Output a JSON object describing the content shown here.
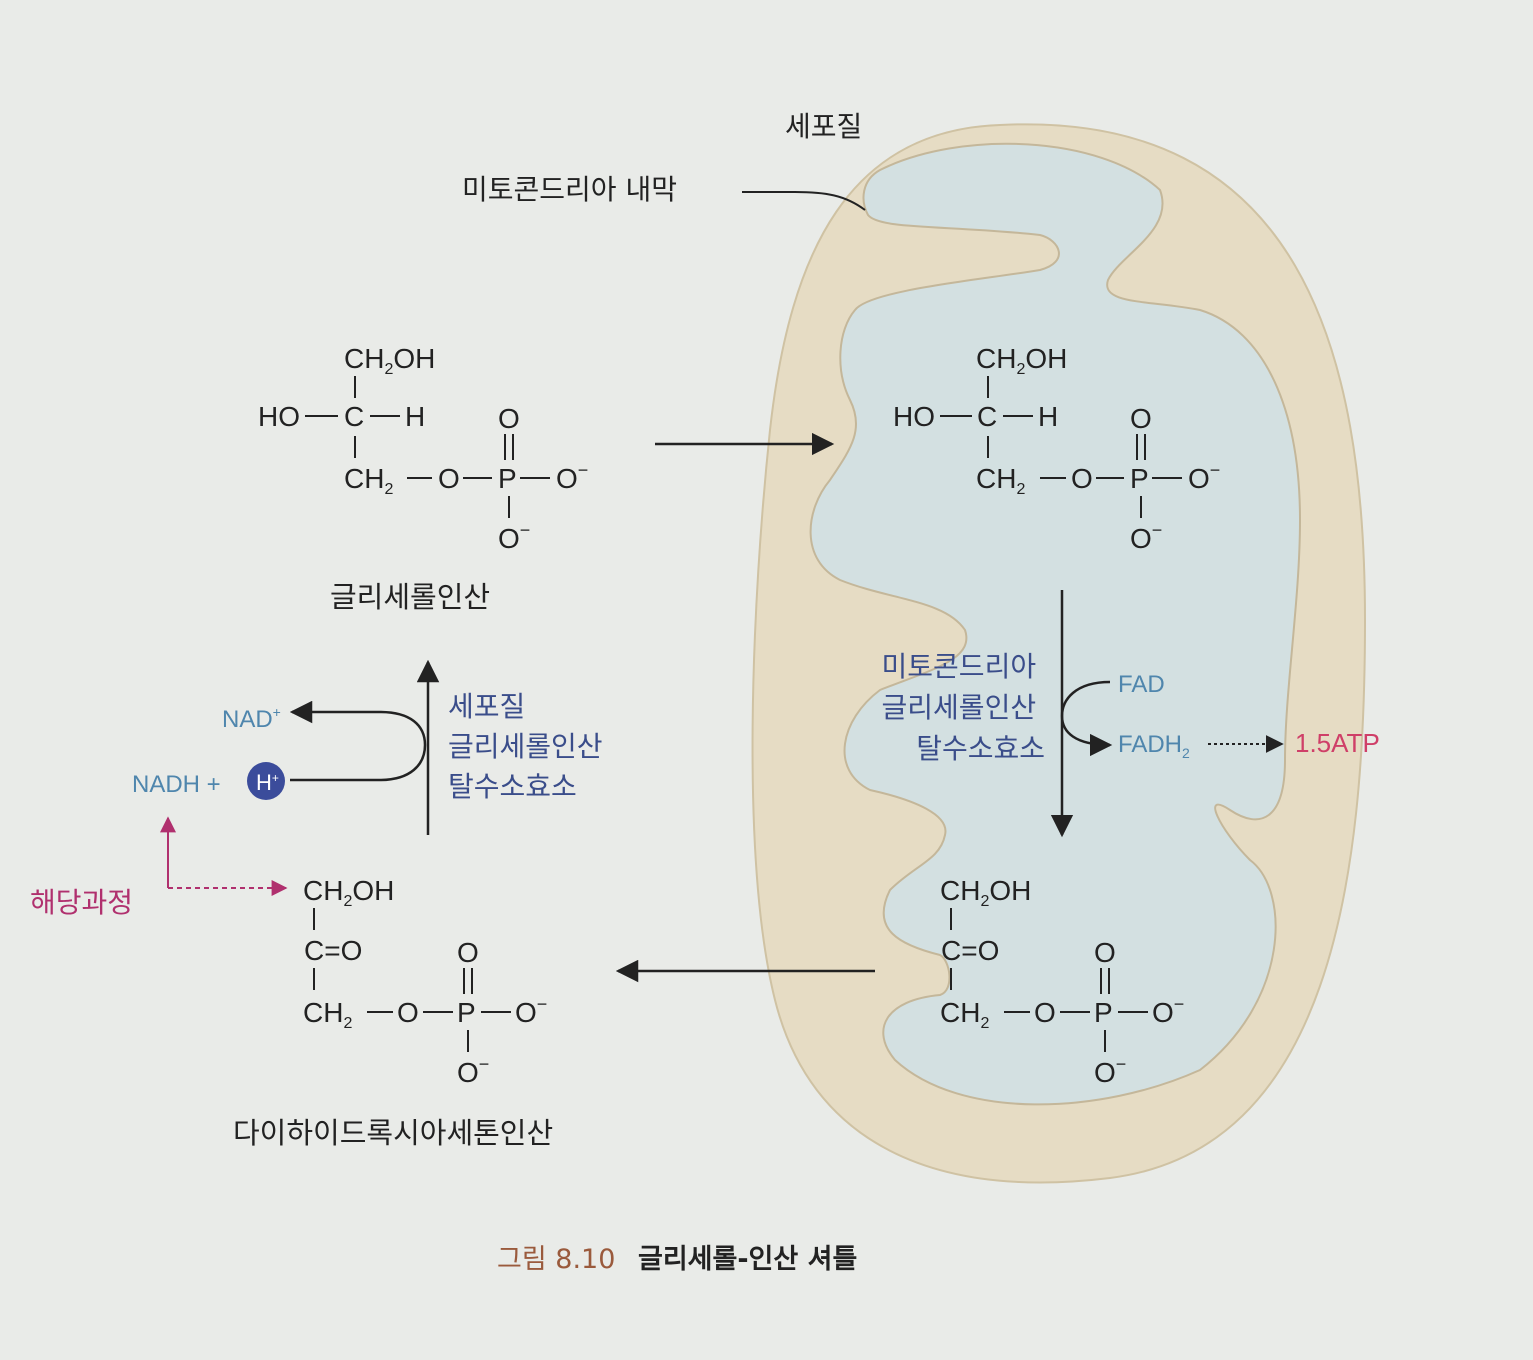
{
  "labels": {
    "cytosol_top": "세포질",
    "inner_membrane": "미토콘드리아 내막",
    "g3p_name": "글리세롤인산",
    "dhap_name": "다이하이드록시아세톤인산",
    "cyto_enzyme": [
      "세포질",
      "글리세롤인산",
      "탈수소효소"
    ],
    "mito_enzyme": [
      "미토콘드리아",
      "글리세롤인산",
      "탈수소효소"
    ],
    "nad_plus": "NAD",
    "nad_plus_sup": "+",
    "nadh": "NADH +",
    "h_ion": "H",
    "h_ion_sup": "+",
    "glycolysis": "해당과정",
    "fad": "FAD",
    "fadh2": "FADH",
    "fadh2_sub": "2",
    "atp": "1.5ATP"
  },
  "caption": {
    "number": "그림 8.10",
    "title": "글리세롤-인산 셔틀"
  },
  "g3p_formula": {
    "top": "CH",
    "top_sub": "2",
    "top_tail": "OH",
    "left": "HO",
    "center": "C",
    "right": "H",
    "bottom": "CH",
    "bottom_sub": "2",
    "o_bridge": "O",
    "p": "P",
    "o_double": "O",
    "o_minus": "O",
    "minus": "−"
  },
  "dhap_formula": {
    "top": "CH",
    "top_sub": "2",
    "top_tail": "OH",
    "center": "C",
    "keto": "=O",
    "bottom": "CH",
    "bottom_sub": "2",
    "o_bridge": "O",
    "p": "P",
    "o_double": "O",
    "o_minus": "O",
    "minus": "−"
  },
  "colors": {
    "background": "#e9ebe8",
    "outer_membrane": "#e6dcc4",
    "matrix": "#d3e0e1",
    "ink": "#222222",
    "enzyme_blue": "#3a4d8a",
    "cofactor_blue": "#4f86ad",
    "glycolysis_magenta": "#b0306e",
    "atp_pink": "#cf3f68",
    "caption_brown": "#9a5a3c",
    "h_ion_fill": "#3b4c9b"
  }
}
